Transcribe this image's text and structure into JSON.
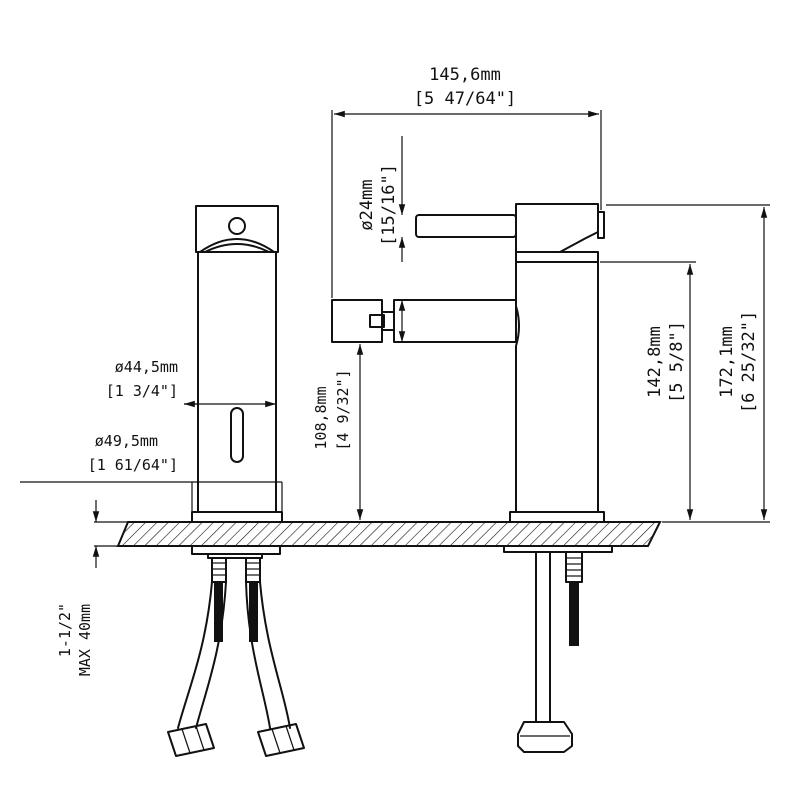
{
  "dimensions": {
    "total_width": {
      "metric": "145,6mm",
      "imperial": "[5 47/64\"]"
    },
    "handle_diameter": {
      "metric": "ø24mm",
      "imperial": "[15/16\"]"
    },
    "body_diameter": {
      "metric": "ø44,5mm",
      "imperial": "[1 3/4\"]"
    },
    "base_diameter": {
      "metric": "ø49,5mm",
      "imperial": "[1 61/64\"]"
    },
    "spout_height": {
      "metric": "108,8mm",
      "imperial": "[4 9/32\"]"
    },
    "body_height": {
      "metric": "142,8mm",
      "imperial": "[5 5/8\"]"
    },
    "overall_height": {
      "metric": "172,1mm",
      "imperial": "[6 25/32\"]"
    },
    "deck_thickness": {
      "imperial": "1-1/2\"",
      "metric": "MAX 40mm"
    }
  }
}
